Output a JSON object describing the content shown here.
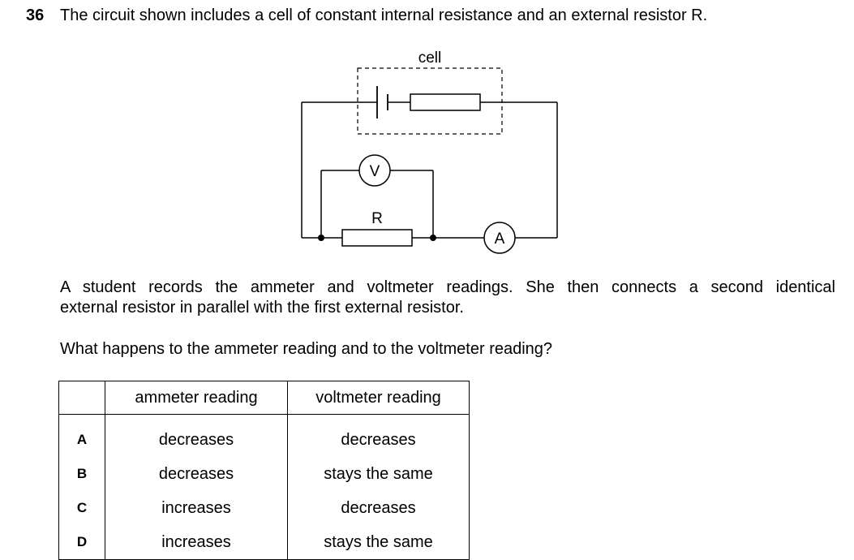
{
  "question": {
    "number": "36",
    "stem": "The circuit shown includes a cell of constant internal resistance and an external resistor R.",
    "paragraph_line1": "A student records the ammeter and voltmeter readings. She then connects a second identical",
    "paragraph_line2": "external resistor in parallel with the first external resistor.",
    "prompt": "What happens to the ammeter reading and to the voltmeter reading?"
  },
  "circuit": {
    "cell_label": "cell",
    "voltmeter_symbol": "V",
    "resistor_label": "R",
    "ammeter_symbol": "A"
  },
  "table": {
    "headers": [
      "",
      "ammeter reading",
      "voltmeter reading"
    ],
    "rows": [
      {
        "option": "A",
        "ammeter": "decreases",
        "voltmeter": "decreases"
      },
      {
        "option": "B",
        "ammeter": "decreases",
        "voltmeter": "stays the same"
      },
      {
        "option": "C",
        "ammeter": "increases",
        "voltmeter": "decreases"
      },
      {
        "option": "D",
        "ammeter": "increases",
        "voltmeter": "stays the same"
      }
    ]
  }
}
